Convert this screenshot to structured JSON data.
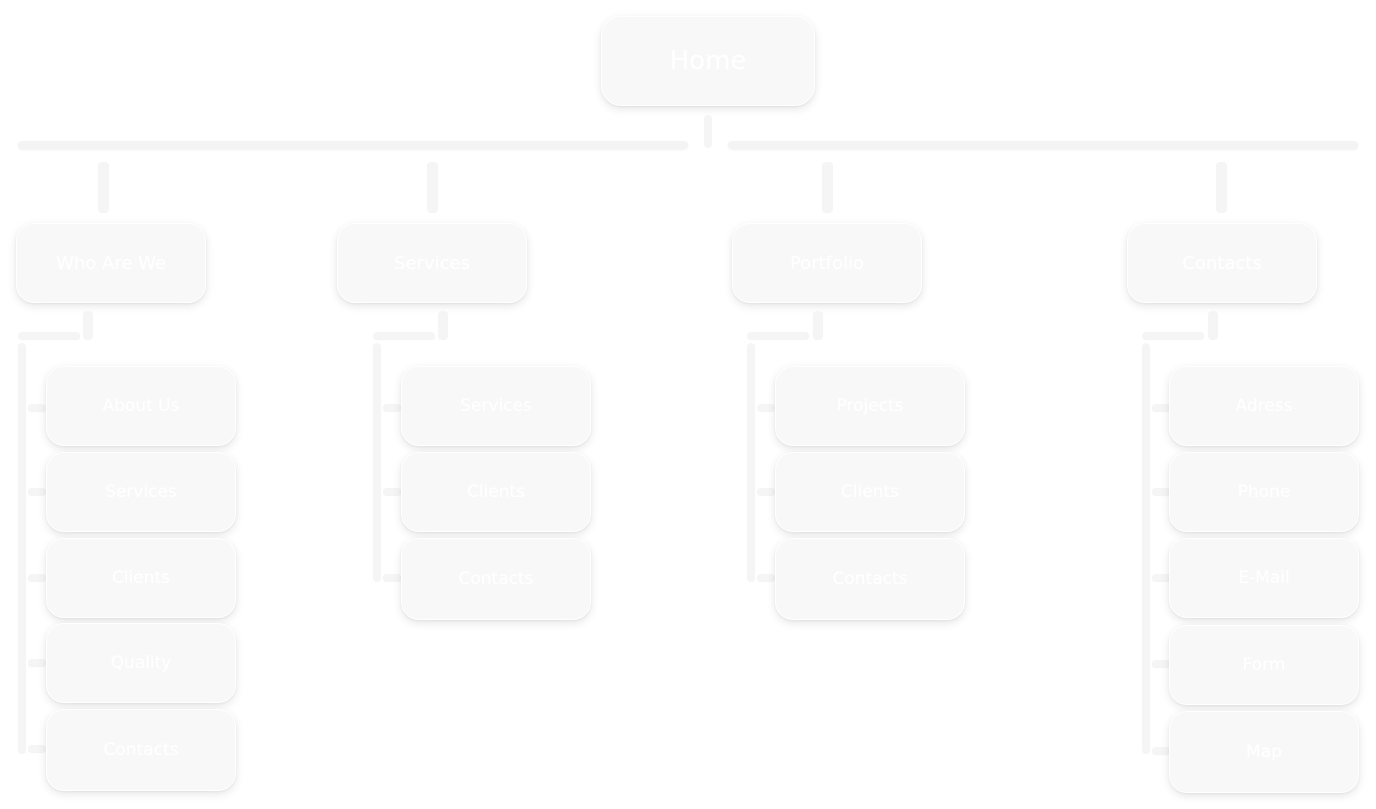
{
  "root": {
    "label": "Home"
  },
  "sections": [
    {
      "label": "Who Are We",
      "children": [
        "About Us",
        "Services",
        "Clients",
        "Quality",
        "Contacts"
      ]
    },
    {
      "label": "Services",
      "children": [
        "Services",
        "Clients",
        "Contacts"
      ]
    },
    {
      "label": "Portfolio",
      "children": [
        "Projects",
        "Clients",
        "Contacts"
      ]
    },
    {
      "label": "Contacts",
      "children": [
        "Adress",
        "Phone",
        "E-Mail",
        "Form",
        "Map"
      ]
    }
  ],
  "colors": {
    "node_fill": "#f8f8f8",
    "node_text": "#ffffff",
    "connector": "#f4f4f4"
  }
}
